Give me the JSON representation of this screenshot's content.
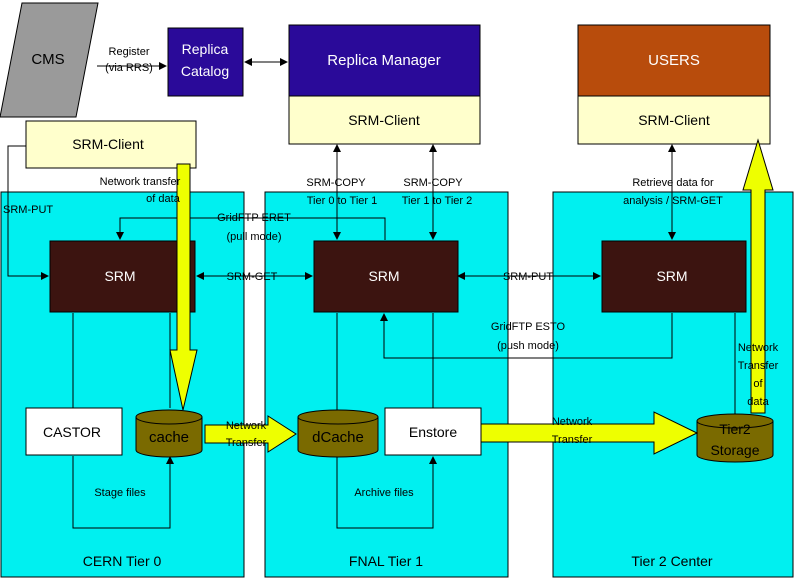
{
  "colors": {
    "site": "#00f0f0",
    "srm": "#3c1410",
    "catalog": "#2a0a99",
    "manager": "#2a0a99",
    "users": "#b84c0c",
    "client": "#ffffcc",
    "cms": "#9a9a9a",
    "disk": "#7a6a00",
    "flow": "#eeff00",
    "line": "#000000"
  },
  "nodes": {
    "cms": "CMS",
    "replica_catalog": [
      "Replica",
      "Catalog"
    ],
    "replica_manager": "Replica Manager",
    "users": "USERS",
    "srm_client_cms": "SRM-Client",
    "srm_client_manager": "SRM-Client",
    "srm_client_users": "SRM-Client",
    "srm_cern": "SRM",
    "srm_fnal": "SRM",
    "srm_tier2": "SRM",
    "castor": "CASTOR",
    "cache": "cache",
    "dcache": "dCache",
    "enstore": "Enstore",
    "tier2_storage": [
      "Tier2",
      "Storage"
    ]
  },
  "sites": {
    "cern": "CERN Tier 0",
    "fnal": "FNAL Tier 1",
    "tier2": "Tier 2 Center"
  },
  "labels": {
    "register": [
      "Register",
      "(via RRS)"
    ],
    "srm_put_left": "SRM-PUT",
    "network_transfer_of_data": [
      "Network transfer",
      "of data"
    ],
    "gridftp_eret": [
      "GridFTP ERET",
      "(pull mode)"
    ],
    "srm_copy_0_1": [
      "SRM-COPY",
      "Tier 0 to Tier 1"
    ],
    "srm_copy_1_2": [
      "SRM-COPY",
      "Tier 1 to Tier 2"
    ],
    "retrieve": [
      "Retrieve data for",
      "analysis / SRM-GET"
    ],
    "srm_get": "SRM-GET",
    "srm_put_right": "SRM-PUT",
    "gridftp_esto": [
      "GridFTP ESTO",
      "(push mode)"
    ],
    "network_transfer_1": [
      "Network",
      "Transfer"
    ],
    "network_transfer_2": [
      "Network",
      "Transfer"
    ],
    "network_transfer_of_data_right": [
      "Network",
      "Transfer",
      "of",
      "data"
    ],
    "stage_files": "Stage files",
    "archive_files": "Archive files"
  }
}
